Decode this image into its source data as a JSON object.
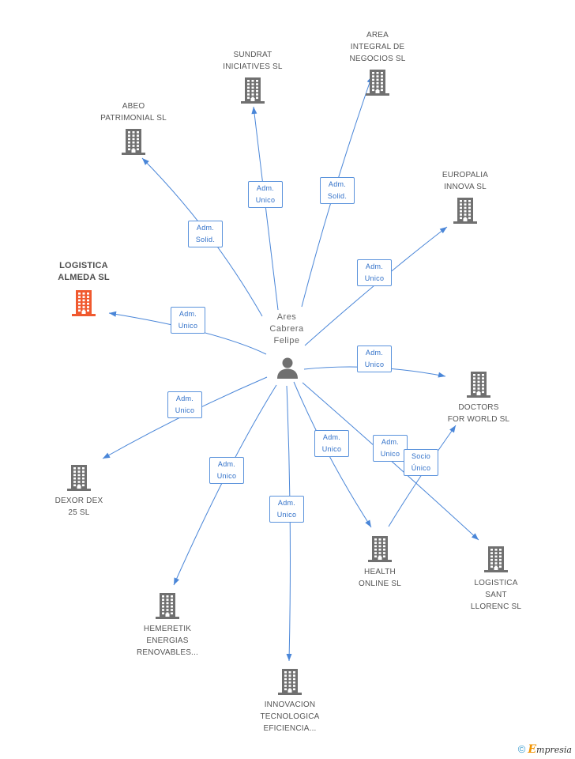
{
  "center": {
    "label_lines": [
      "Ares",
      "Cabrera",
      "Felipe"
    ]
  },
  "colors": {
    "edge": "#4a86d8",
    "building": "#707070",
    "building_highlight": "#f0592f"
  },
  "icons": {
    "company": "building-icon",
    "person": "person-icon"
  },
  "nodes": [
    {
      "id": "sundrat",
      "label": "SUNDRAT\nINICIATIVES SL",
      "highlight": false
    },
    {
      "id": "area",
      "label": "AREA\nINTEGRAL DE\nNEGOCIOS SL",
      "highlight": false
    },
    {
      "id": "abeo",
      "label": "ABEO\nPATRIMONIAL SL",
      "highlight": false
    },
    {
      "id": "europalia",
      "label": "EUROPALIA\nINNOVA SL",
      "highlight": false
    },
    {
      "id": "logistica_almeda",
      "label": "LOGISTICA\nALMEDA SL",
      "highlight": true
    },
    {
      "id": "doctors",
      "label": "DOCTORS\nFOR WORLD SL",
      "highlight": false
    },
    {
      "id": "dexor",
      "label": "DEXOR DEX\n25 SL",
      "highlight": false
    },
    {
      "id": "health",
      "label": "HEALTH\nONLINE SL",
      "highlight": false
    },
    {
      "id": "logistica_sant",
      "label": "LOGISTICA\nSANT\nLLORENC SL",
      "highlight": false
    },
    {
      "id": "hemeretik",
      "label": "HEMERETIK\nENERGIAS\nRENOVABLES...",
      "highlight": false
    },
    {
      "id": "innovacion",
      "label": "INNOVACION\nTECNOLOGICA\nEFICIENCIA...",
      "highlight": false
    }
  ],
  "edges": [
    {
      "id": "e-sundrat",
      "label": [
        "Adm.",
        "Unico"
      ]
    },
    {
      "id": "e-area",
      "label": [
        "Adm.",
        "Solid."
      ]
    },
    {
      "id": "e-abeo",
      "label": [
        "Adm.",
        "Solid."
      ]
    },
    {
      "id": "e-europalia",
      "label": [
        "Adm.",
        "Unico"
      ]
    },
    {
      "id": "e-almeda",
      "label": [
        "Adm.",
        "Unico"
      ]
    },
    {
      "id": "e-doctors",
      "label": [
        "Adm.",
        "Unico"
      ]
    },
    {
      "id": "e-dexor",
      "label": [
        "Adm.",
        "Unico"
      ]
    },
    {
      "id": "e-health",
      "label": [
        "Adm.",
        "Unico"
      ]
    },
    {
      "id": "e-sant",
      "label": [
        "Adm.",
        "Unico"
      ]
    },
    {
      "id": "e-hemeretik",
      "label": [
        "Adm.",
        "Unico"
      ]
    },
    {
      "id": "e-innovacion",
      "label": [
        "Adm.",
        "Unico"
      ]
    },
    {
      "id": "e-health-doctors",
      "label": [
        "Socio",
        "Único"
      ]
    }
  ],
  "footer": {
    "copyright": "©",
    "brand_initial": "E",
    "brand_rest": "mpresia"
  }
}
